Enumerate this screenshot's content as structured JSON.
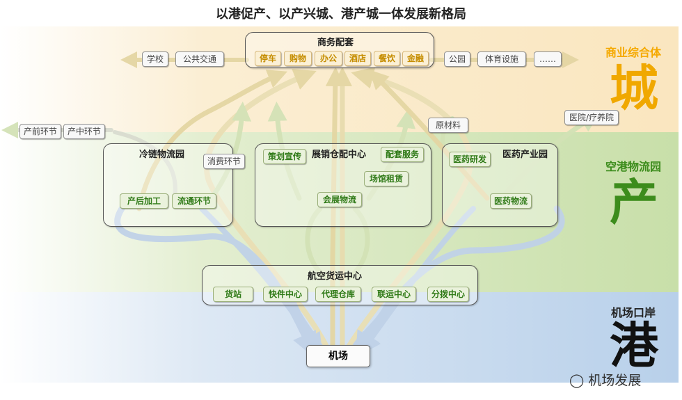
{
  "title": "以港促产、以产兴城、港产城一体发展新格局",
  "bands": {
    "top": {
      "title": "商业综合体",
      "big": "城",
      "color": "#f5a900",
      "big_color": "#f0a800"
    },
    "mid": {
      "title": "空港物流园",
      "big": "产",
      "color": "#3c8c1c",
      "big_color": "#3c8c1c"
    },
    "bot": {
      "title": "机场口岸",
      "big": "港",
      "color": "#222222",
      "big_color": "#111111"
    }
  },
  "business": {
    "title": "商务配套",
    "items": [
      "停车",
      "购物",
      "办公",
      "酒店",
      "餐饮",
      "金融"
    ],
    "left_items": [
      "学校",
      "公共交通"
    ],
    "right_items": [
      "公园",
      "体育设施",
      "……"
    ]
  },
  "cold_chain": {
    "title": "冷链物流园",
    "items": [
      "产后加工",
      "流通环节"
    ],
    "outer_left": [
      "产前环节",
      "产中环节"
    ],
    "consumer": "消费环节"
  },
  "exhibition": {
    "title": "展销仓配中心",
    "items": [
      "策划宣传",
      "配套服务",
      "场馆租赁",
      "会展物流"
    ]
  },
  "pharma": {
    "title": "医药产业园",
    "items": [
      "医药研发",
      "医药物流"
    ],
    "raw_material": "原材料",
    "hospital": "医院/疗养院"
  },
  "cargo": {
    "title": "航空货运中心",
    "items": [
      "货站",
      "快件中心",
      "代理仓库",
      "联运中心",
      "分拨中心"
    ]
  },
  "airport": "机场",
  "watermark": "机场发展",
  "colors": {
    "arrow_beige": "#eadfb4",
    "arrow_blue": "#c6d6ea",
    "arrow_green": "#d9e6c0"
  }
}
